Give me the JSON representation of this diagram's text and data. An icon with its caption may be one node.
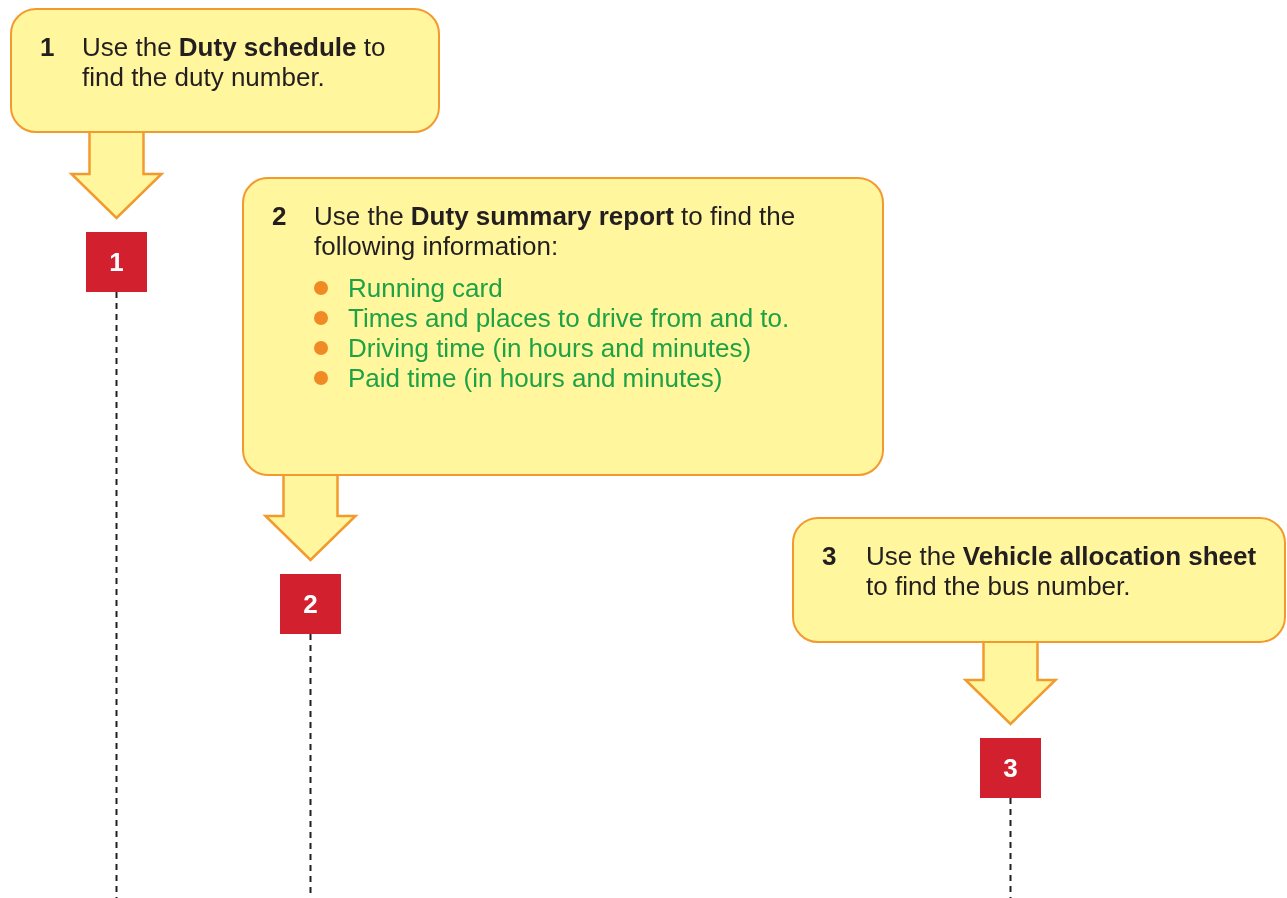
{
  "diagram": {
    "nodes": [
      {
        "text": [
          "1",
          "Use the **Duty schedule** to find the duty number."
        ]
      },
      {
        "text": [
          "1"
        ]
      },
      {
        "text": [
          "2",
          "Use the **Duty summary report** to find the following information:",
          "Running card",
          "Times and places to drive from and to.",
          "Driving time (in hours and minutes)",
          "Paid time (in hours and minutes)"
        ]
      },
      {
        "text": [
          "2"
        ]
      },
      {
        "text": [
          "3",
          "Use the **Vehicle allocation sheet** to find the bus number."
        ]
      },
      {
        "text": [
          "3"
        ]
      }
    ],
    "edges": [
      {
        "from": 0,
        "to": 1,
        "arrow": "to",
        "style": "thick"
      },
      {
        "from": 1,
        "to": null,
        "arrow": "none",
        "style": "dashed"
      },
      {
        "from": 2,
        "to": 3,
        "arrow": "to",
        "style": "thick"
      },
      {
        "from": 3,
        "to": null,
        "arrow": "none",
        "style": "dashed"
      },
      {
        "from": 4,
        "to": 5,
        "arrow": "to",
        "style": "thick"
      },
      {
        "from": 5,
        "to": null,
        "arrow": "none",
        "style": "dashed"
      }
    ]
  }
}
